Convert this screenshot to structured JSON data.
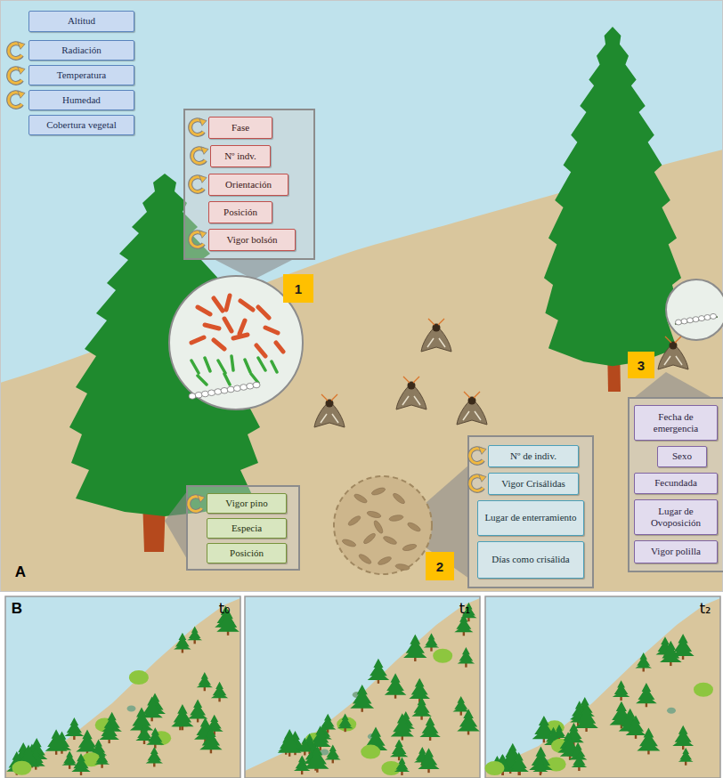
{
  "diagram": {
    "nodes": [
      {
        "text": [
          "Altitud"
        ]
      },
      {
        "text": [
          "Radiación"
        ]
      },
      {
        "text": [
          "Temperatura"
        ]
      },
      {
        "text": [
          "Humedad"
        ]
      },
      {
        "text": [
          "Cobertura vegetal"
        ]
      },
      {
        "text": [
          "Fase"
        ]
      },
      {
        "text": [
          "Nº indv."
        ]
      },
      {
        "text": [
          "Orientación"
        ]
      },
      {
        "text": [
          "Posición"
        ]
      },
      {
        "text": [
          "Vigor bolsón"
        ]
      },
      {
        "text": [
          "Vigor pino"
        ]
      },
      {
        "text": [
          "Especia"
        ]
      },
      {
        "text": [
          "Posición"
        ]
      },
      {
        "text": [
          "Nº de indiv."
        ]
      },
      {
        "text": [
          "Vigor Crisálidas"
        ]
      },
      {
        "text": [
          "Lugar de enterramiento"
        ]
      },
      {
        "text": [
          "Días como crisálida"
        ]
      },
      {
        "text": [
          "Fecha de emergencia"
        ]
      },
      {
        "text": [
          "Sexo"
        ]
      },
      {
        "text": [
          "Fecundada"
        ]
      },
      {
        "text": [
          "Lugar de Ovoposición"
        ]
      },
      {
        "text": [
          "Vigor polilla"
        ]
      }
    ],
    "labels": [
      "1",
      "2",
      "3",
      "A",
      "B",
      "t₀",
      "t₁",
      "t₂"
    ]
  }
}
